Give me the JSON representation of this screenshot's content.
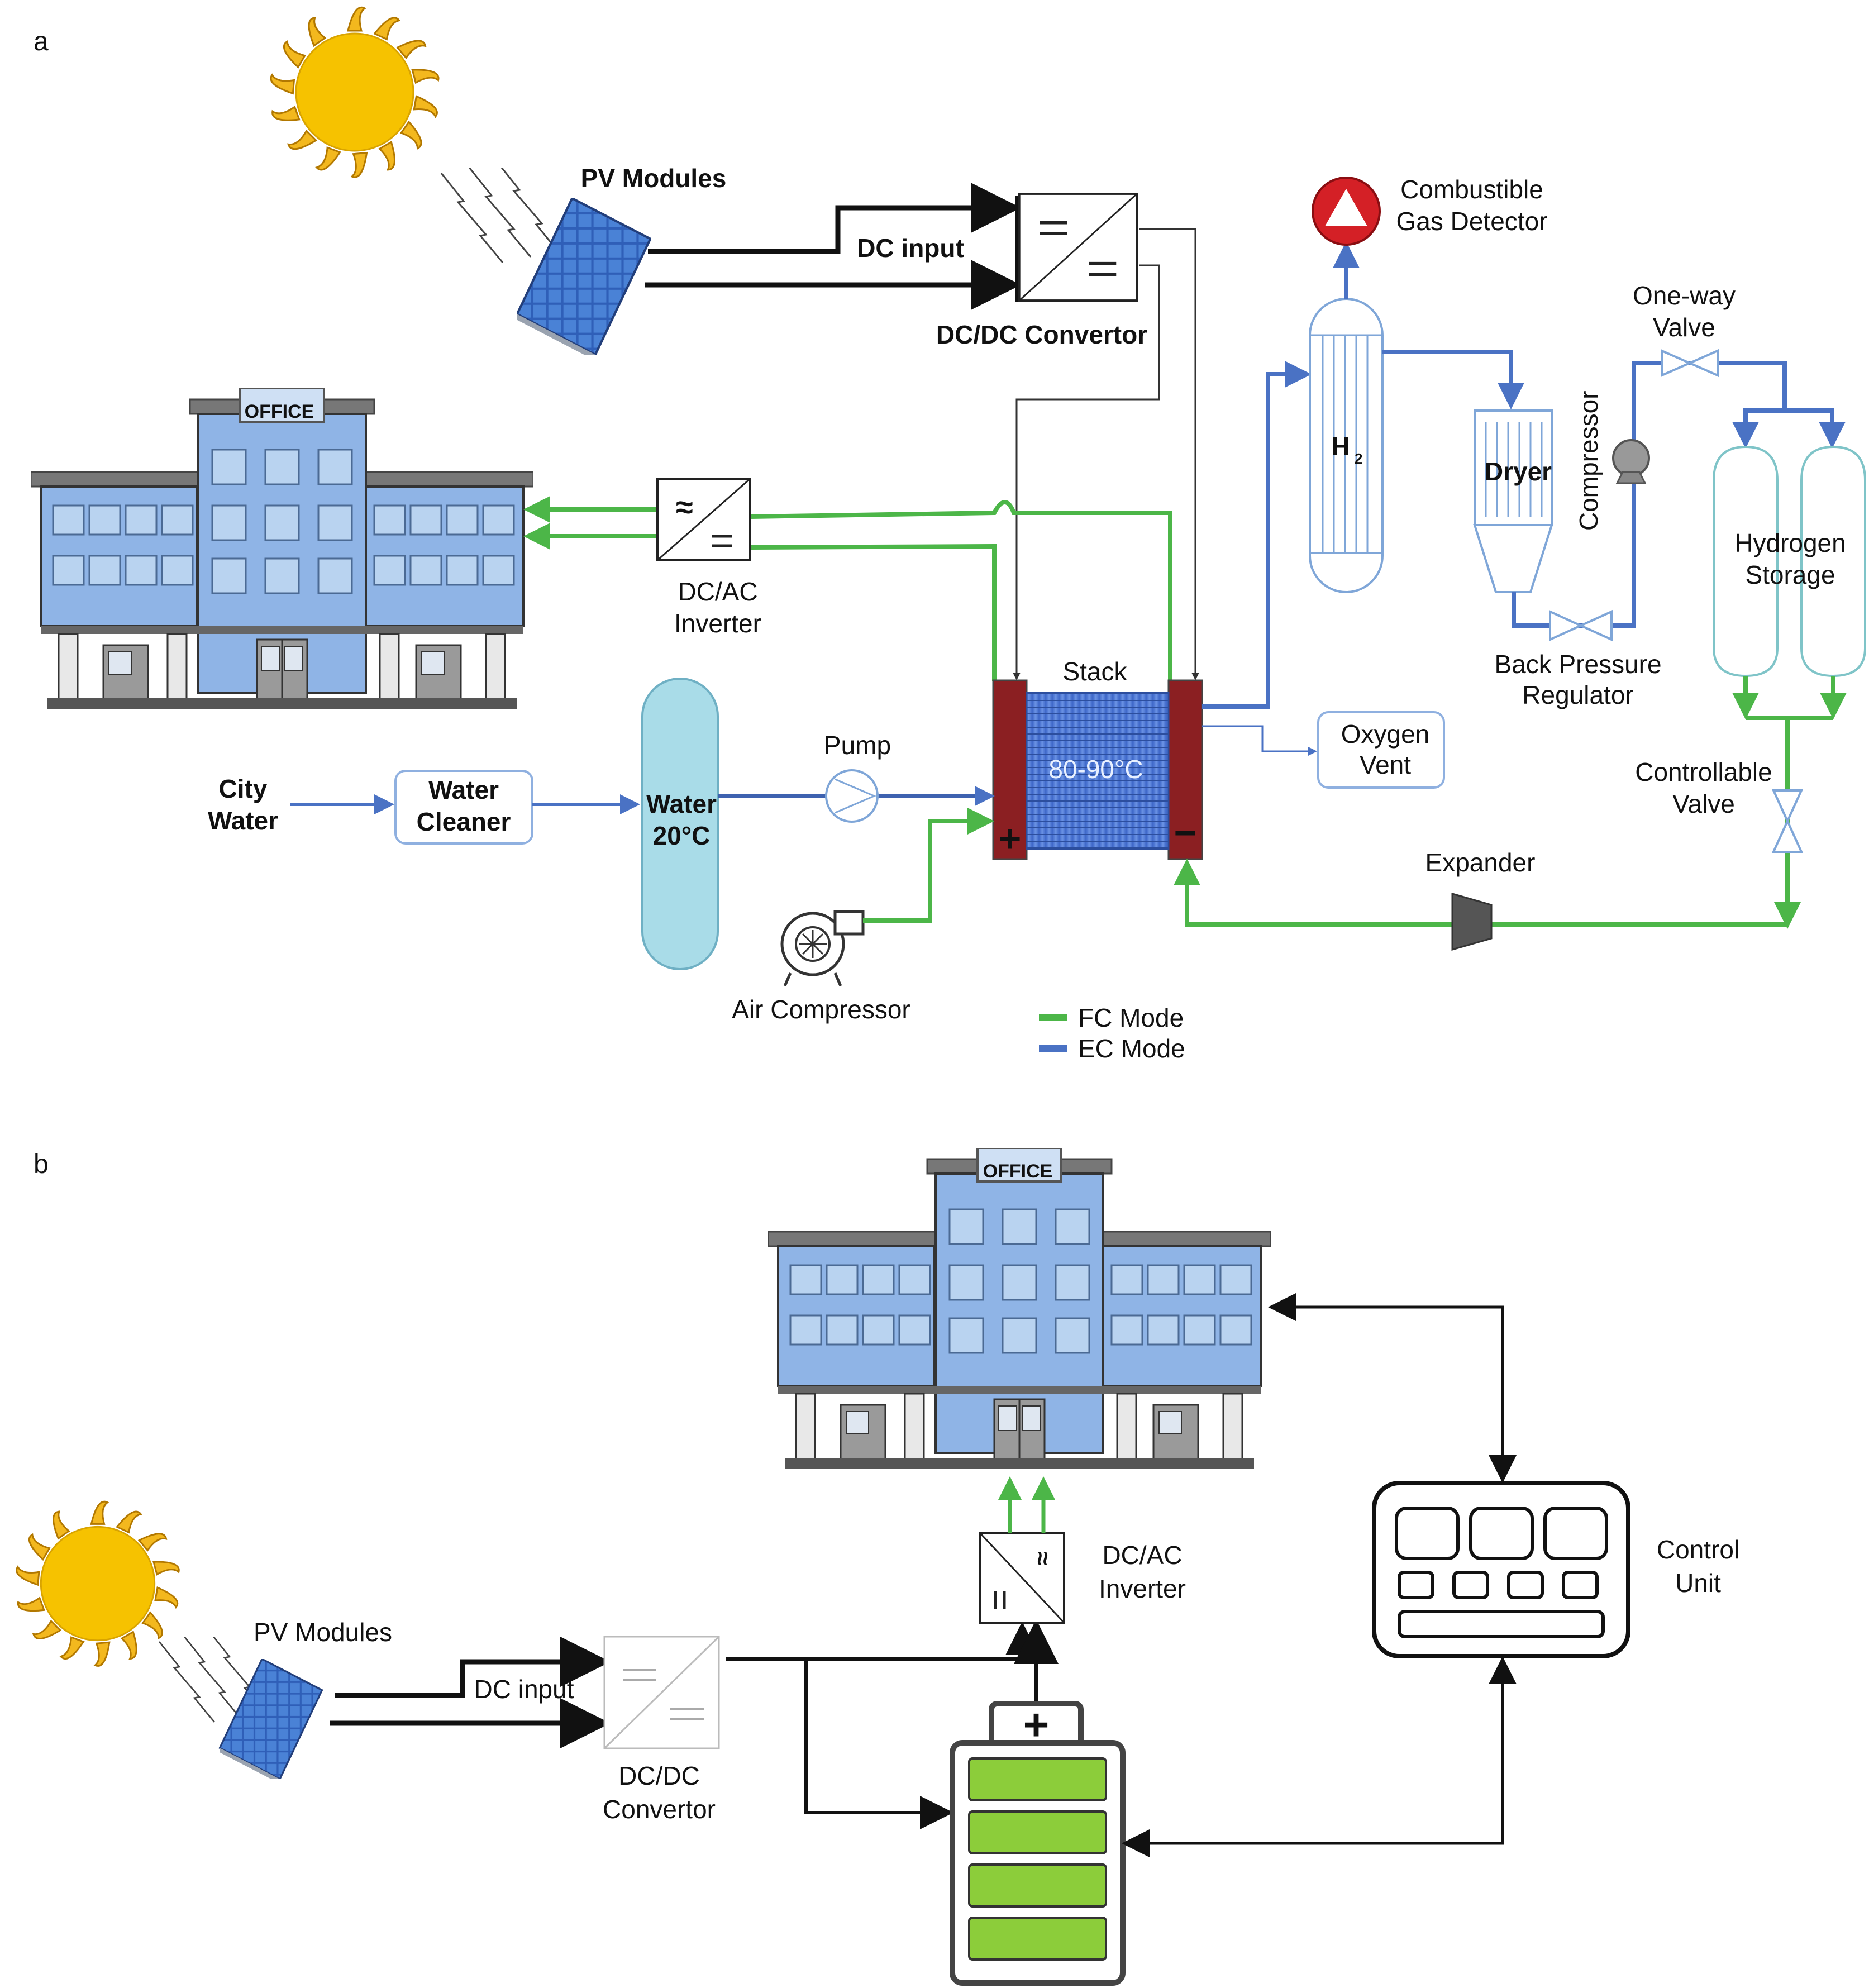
{
  "colors": {
    "fc_mode": "#4cb648",
    "ec_mode": "#4a72c4",
    "stack_electrode": "#8b1f22",
    "stack_core": "#4a74d0",
    "building": "#8fb4e6",
    "sun": "#f6c200",
    "battery_cell": "#8ccd3a",
    "detector": "#d42026",
    "water_tank": "#a9dce8"
  },
  "panel_a": {
    "label": "a",
    "pv_modules": "PV Modules",
    "dc_input": "DC input",
    "dcdc_convertor": "DC/DC Convertor",
    "office_sign": "OFFICE",
    "dcac_line1": "DC/AC",
    "dcac_line2": "Inverter",
    "stack": "Stack",
    "stack_temp": "80-90°C",
    "city_water_line1": "City",
    "city_water_line2": "Water",
    "water_cleaner_line1": "Water",
    "water_cleaner_line2": "Cleaner",
    "water_tank_line1": "Water",
    "water_tank_line2": "20°C",
    "pump": "Pump",
    "air_compressor": "Air Compressor",
    "combustible_line1": "Combustible",
    "combustible_line2": "Gas Detector",
    "h2": "H",
    "h2_sub": "2",
    "dryer": "Dryer",
    "compressor": "Compressor",
    "oneway_line1": "One-way",
    "oneway_line2": "Valve",
    "hydrogen_line1": "Hydrogen",
    "hydrogen_line2": "Storage",
    "bpr_line1": "Back Pressure",
    "bpr_line2": "Regulator",
    "oxygen_line1": "Oxygen",
    "oxygen_line2": "Vent",
    "controllable_line1": "Controllable",
    "controllable_line2": "Valve",
    "expander": "Expander",
    "legend": [
      {
        "label": "FC Mode",
        "color": "#4cb648"
      },
      {
        "label": "EC Mode",
        "color": "#4a72c4"
      }
    ]
  },
  "panel_b": {
    "label": "b",
    "office_sign": "OFFICE",
    "pv_modules": "PV Modules",
    "dc_input": "DC input",
    "dcdc_line1": "DC/DC",
    "dcdc_line2": "Convertor",
    "dcac_line1": "DC/AC",
    "dcac_line2": "Inverter",
    "control_line1": "Control",
    "control_line2": "Unit"
  }
}
